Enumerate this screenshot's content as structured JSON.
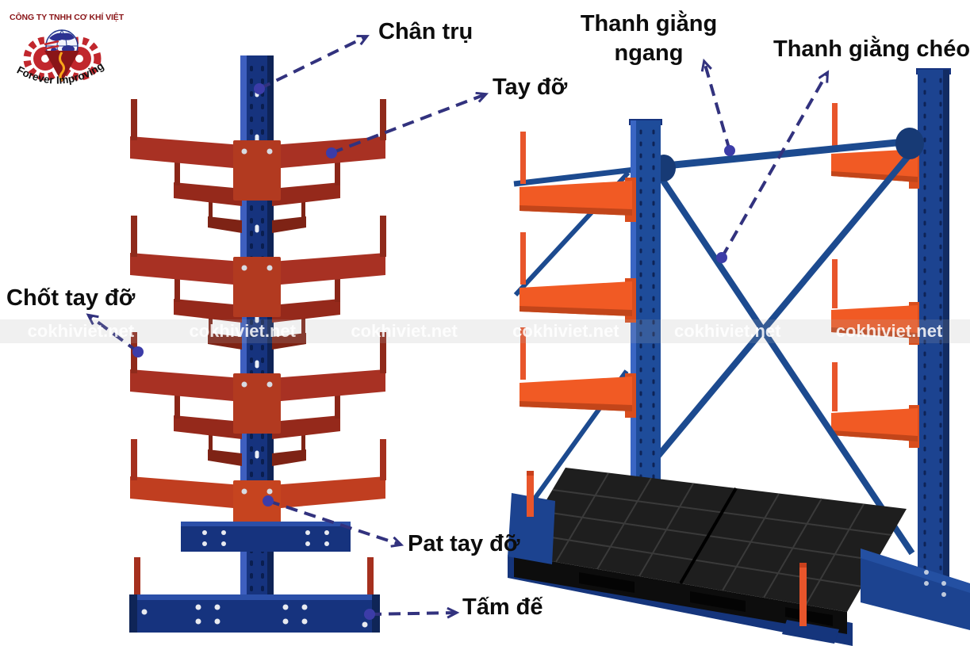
{
  "logo": {
    "company": "CÔNG TY TNHH CƠ KHÍ VIỆT",
    "slogan": "Forever Improving"
  },
  "watermark": {
    "text": "cokhiviet.net"
  },
  "labels": {
    "chan_tru": "Chân trụ",
    "tay_do": "Tay đỡ",
    "chot_tay_do": "Chốt tay đỡ",
    "pat_tay_do": "Pat tay đỡ",
    "tam_de": "Tấm đế",
    "thanh_giang_ngang_line1": "Thanh giằng",
    "thanh_giang_ngang_line2": "ngang",
    "thanh_giang_cheo": "Thanh giằng chéo"
  },
  "colors": {
    "arrow": "#32327E",
    "arrow_dot": "#3C3CA8",
    "rack_blue": "#17357F",
    "brace_blue": "#1C4A8F",
    "arm_dark_red": "#A83123",
    "arm_orange": "#F15A24",
    "pallet_black": "#1E1E1E",
    "logo_red": "#C1272D"
  }
}
